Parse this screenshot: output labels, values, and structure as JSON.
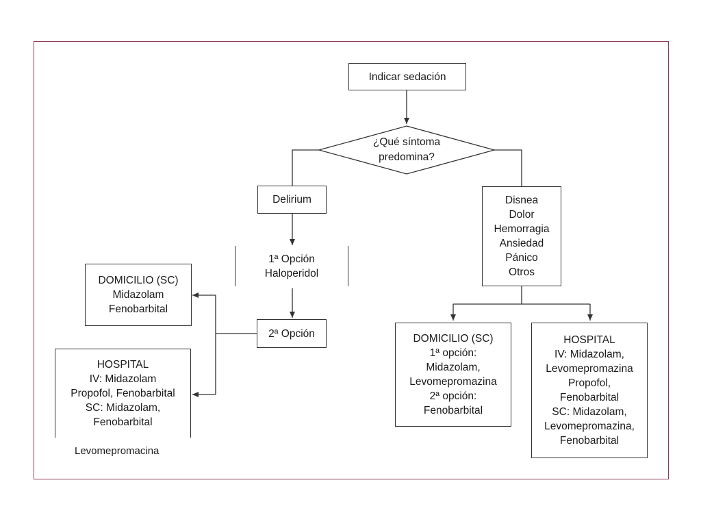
{
  "nodes": {
    "start": {
      "lines": [
        "Indicar sedación"
      ]
    },
    "question": {
      "lines": [
        "¿Qué síntoma",
        "predomina?"
      ]
    },
    "delirium": {
      "lines": [
        "Delirium"
      ]
    },
    "symptoms": {
      "lines": [
        "Disnea",
        "Dolor",
        "Hemorragia",
        "Ansiedad",
        "Pánico",
        "Otros"
      ]
    },
    "option1": {
      "lines": [
        "1ª Opción",
        "Haloperidol"
      ]
    },
    "option2": {
      "lines": [
        "2ª Opción"
      ]
    },
    "domicilio_left": {
      "lines": [
        "DOMICILIO (SC)",
        "Midazolam",
        "Fenobarbital"
      ]
    },
    "hospital_left": {
      "lines": [
        "HOSPITAL",
        "IV: Midazolam",
        "Propofol, Fenobarbital",
        "SC: Midazolam,",
        "Fenobarbital"
      ],
      "overflow_line": "Levomepromacina"
    },
    "domicilio_right": {
      "lines": [
        "DOMICILIO (SC)",
        "1ª opción:",
        "Midazolam,",
        "Levomepromazina",
        "2ª opción:",
        "Fenobarbital"
      ]
    },
    "hospital_right": {
      "lines": [
        "HOSPITAL",
        "IV: Midazolam,",
        "Levomepromazina",
        "Propofol,",
        "Fenobarbital",
        "SC: Midazolam,",
        "Levomepromazina,",
        "Fenobarbital"
      ]
    }
  },
  "colors": {
    "frame": "#8c3a58",
    "line": "#333333"
  }
}
